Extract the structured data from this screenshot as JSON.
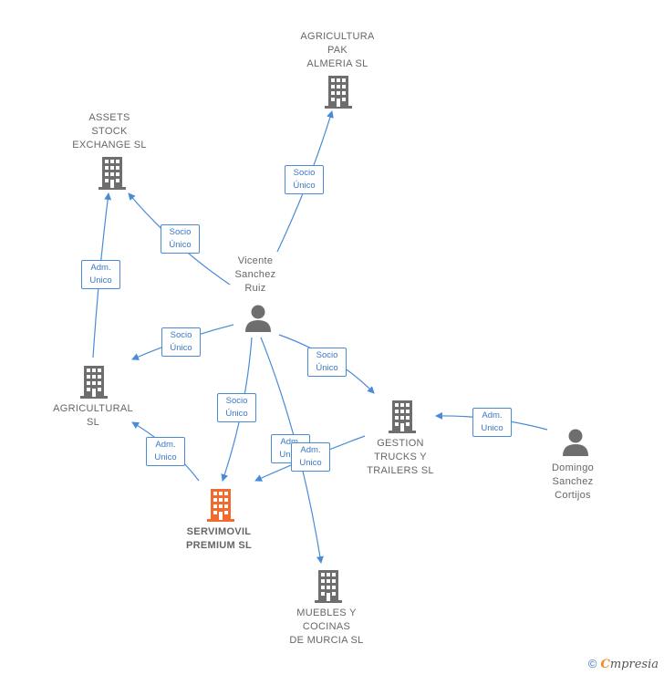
{
  "nodes": {
    "agricultura_pak": {
      "label": "AGRICULTURA\nPAK\nALMERIA  SL",
      "kind": "company"
    },
    "assets_stock": {
      "label": "ASSETS\nSTOCK\nEXCHANGE  SL",
      "kind": "company"
    },
    "vicente": {
      "label": "Vicente\nSanchez\nRuiz",
      "kind": "person"
    },
    "agricultural": {
      "label": "AGRICULTURAL\nSL",
      "kind": "company"
    },
    "gestion": {
      "label": "GESTION\nTRUCKS Y\nTRAILERS  SL",
      "kind": "company"
    },
    "domingo": {
      "label": "Domingo\nSanchez\nCortijos",
      "kind": "person"
    },
    "servimovil": {
      "label": "SERVIMOVIL\nPREMIUM  SL",
      "kind": "company",
      "focus": true
    },
    "muebles": {
      "label": "MUEBLES Y\nCOCINAS\nDE MURCIA  SL",
      "kind": "company"
    }
  },
  "relations": {
    "r1": "Socio\nÚnico",
    "r2": "Socio\nÚnico",
    "r3": "Adm.\nUnico",
    "r4": "Socio\nÚnico",
    "r5": "Socio\nÚnico",
    "r6": "Socio\nÚnico",
    "r7": "Adm.\nUnico",
    "r8": "Adm.\nUnico",
    "r9": "Adm.\nUnico",
    "r10": "Adm.\nUnico"
  },
  "colors": {
    "edge": "#4a8bd6",
    "building": "#6e6e6e",
    "focus_building": "#f26a2e",
    "person": "#6e6e6e"
  },
  "footer": {
    "copyright": "©",
    "brand_first": "C",
    "brand_rest": "mpresia"
  }
}
